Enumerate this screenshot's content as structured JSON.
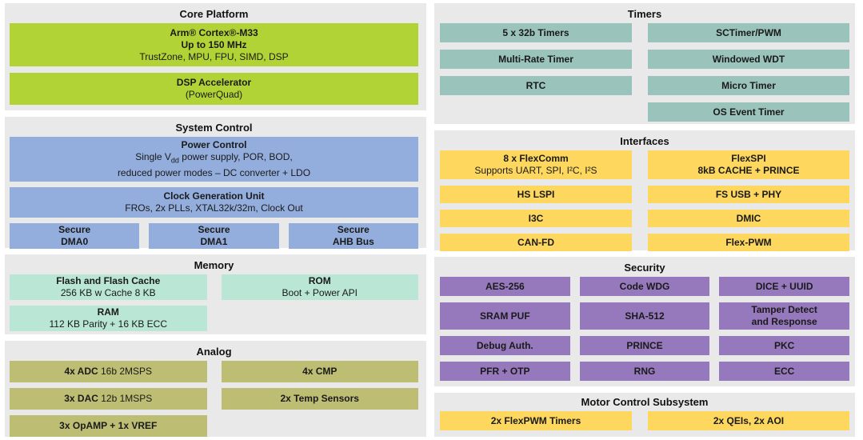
{
  "colors": {
    "panel": "#e9e9e9",
    "green": "#b2d335",
    "blue": "#93aedd",
    "mint": "#b9e6d5",
    "olive": "#bdbd73",
    "teal": "#99c3bb",
    "yellow": "#fdd75e",
    "purple": "#9679bc"
  },
  "core": {
    "title": "Core Platform",
    "cpu_l1": "Arm® Cortex®-M33",
    "cpu_l2": "Up to 150  MHz",
    "cpu_l3": "TrustZone, MPU, FPU, SIMD, DSP",
    "dsp_l1": "DSP Accelerator",
    "dsp_l2": "(PowerQuad)"
  },
  "system": {
    "title": "System Control",
    "power_l1": "Power Control",
    "power_l2_pre": "Single V",
    "power_l2_sub": "dd",
    "power_l2_post": " power supply, POR, BOD,",
    "power_l3": "reduced power modes – DC converter + LDO",
    "clock_l1": "Clock Generation Unit",
    "clock_l2": "FROs, 2x PLLs, XTAL32k/32m, Clock Out",
    "secure": [
      "Secure\nDMA0",
      "Secure\nDMA1",
      "Secure\nAHB Bus"
    ]
  },
  "memory": {
    "title": "Memory",
    "flash_l1": "Flash and Flash Cache",
    "flash_l2": "256 KB w Cache 8 KB",
    "rom_l1": "ROM",
    "rom_l2": "Boot + Power API",
    "ram_l1": "RAM",
    "ram_l2": "112 KB Parity + 16 KB ECC"
  },
  "analog": {
    "title": "Analog",
    "adc_b": "4x ADC",
    "adc_r": " 16b 2MSPS",
    "cmp": "4x CMP",
    "dac_b": "3x DAC",
    "dac_r": " 12b 1MSPS",
    "temp": "2x Temp Sensors",
    "opamp": "3x OpAMP + 1x VREF"
  },
  "timers": {
    "title": "Timers",
    "left": [
      "5 x 32b Timers",
      "Multi-Rate Timer",
      "RTC"
    ],
    "right": [
      "SCTimer/PWM",
      "Windowed WDT",
      "Micro Timer",
      "OS Event Timer"
    ]
  },
  "interfaces": {
    "title": "Interfaces",
    "flexcomm_l1": "8 x FlexComm",
    "flexcomm_l2": "Supports UART, SPI, I²C, I²S",
    "flexspi": "FlexSPI\n8kB CACHE + PRINCE",
    "left": [
      "HS LSPI",
      "I3C",
      "CAN-FD"
    ],
    "right": [
      "FS USB + PHY",
      "DMIC",
      "Flex-PWM"
    ]
  },
  "security": {
    "title": "Security",
    "cells": [
      "AES-256",
      "Code WDG",
      "DICE + UUID",
      "SRAM PUF",
      "SHA-512",
      "Tamper Detect\nand Response",
      "Debug Auth.",
      "PRINCE",
      "PKC",
      "PFR + OTP",
      "RNG",
      "ECC"
    ]
  },
  "motor": {
    "title": "Motor Control Subsystem",
    "blocks": [
      "2x FlexPWM Timers",
      "2x QEIs, 2x AOI"
    ]
  }
}
